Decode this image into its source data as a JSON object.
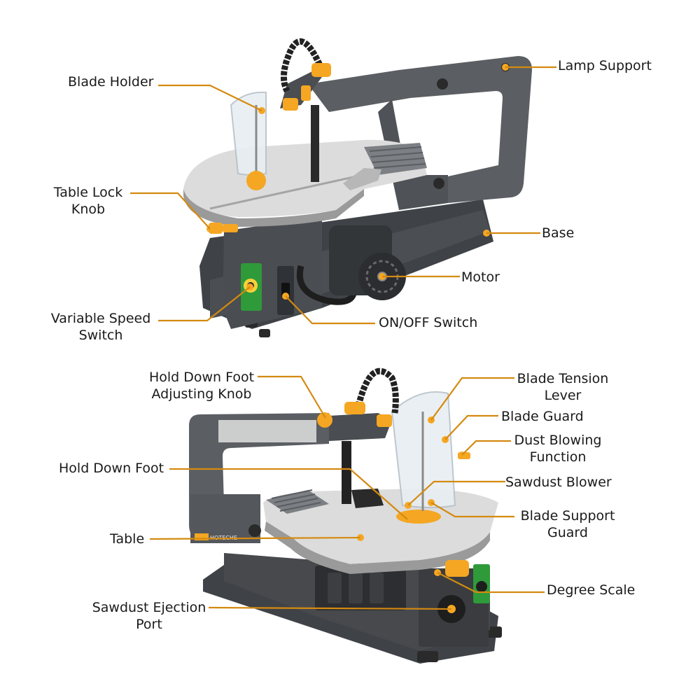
{
  "colors": {
    "body": "#5b5e62",
    "body_dark": "#3f4246",
    "table": "#dcdcdc",
    "accent": "#f5a623",
    "leader": "#d48a10",
    "speed_panel": "#2e9a3a",
    "guard": "#e8eef2"
  },
  "brand": "HOTECHE",
  "top": {
    "blade_holder": "Blade Holder",
    "lamp_support": "Lamp Support",
    "table_lock_knob_1": "Table Lock",
    "table_lock_knob_2": "Knob",
    "base": "Base",
    "motor": "Motor",
    "variable_speed_1": "Variable Speed",
    "variable_speed_2": "Switch",
    "on_off": "ON/OFF Switch"
  },
  "bottom": {
    "hold_down_knob_1": "Hold Down Foot",
    "hold_down_knob_2": "Adjusting Knob",
    "blade_tension_1": "Blade Tension",
    "blade_tension_2": "Lever",
    "blade_guard": "Blade Guard",
    "dust_blowing_1": "Dust Blowing",
    "dust_blowing_2": "Function",
    "hold_down_foot": "Hold Down Foot",
    "sawdust_blower": "Sawdust Blower",
    "blade_support_1": "Blade Support",
    "blade_support_2": "Guard",
    "table": "Table",
    "degree_scale": "Degree Scale",
    "ejection_port_1": "Sawdust Ejection",
    "ejection_port_2": "Port"
  }
}
